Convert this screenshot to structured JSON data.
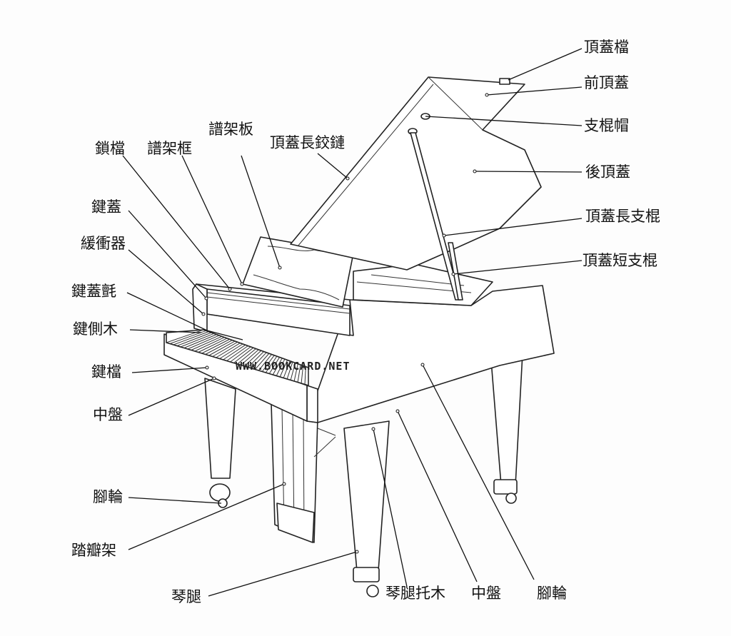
{
  "diagram": {
    "subject": "grand-piano",
    "watermark": "WWW.BOOKCARD.NET",
    "labels": {
      "lid_stop": "頂蓋檔",
      "front_lid": "前頂蓋",
      "prop_cap": "支棍帽",
      "back_lid": "後頂蓋",
      "long_lid_prop": "頂蓋長支棍",
      "short_lid_prop": "頂蓋短支棍",
      "music_desk_board": "譜架板",
      "lid_long_hinge": "頂蓋長鉸鏈",
      "lock_rail": "鎖檔",
      "music_desk_frame": "譜架框",
      "fallboard": "鍵蓋",
      "buffer": "緩衝器",
      "fallboard_felt": "鍵蓋氈",
      "key_cheek": "鍵側木",
      "key_slip": "鍵檔",
      "keybed": "中盤",
      "caster": "腳輪",
      "pedal_lyre": "踏瓣架",
      "leg": "琴腿",
      "leg_block": "琴腿托木",
      "keybed_bottom": "中盤",
      "caster_bottom": "腳輪"
    }
  }
}
